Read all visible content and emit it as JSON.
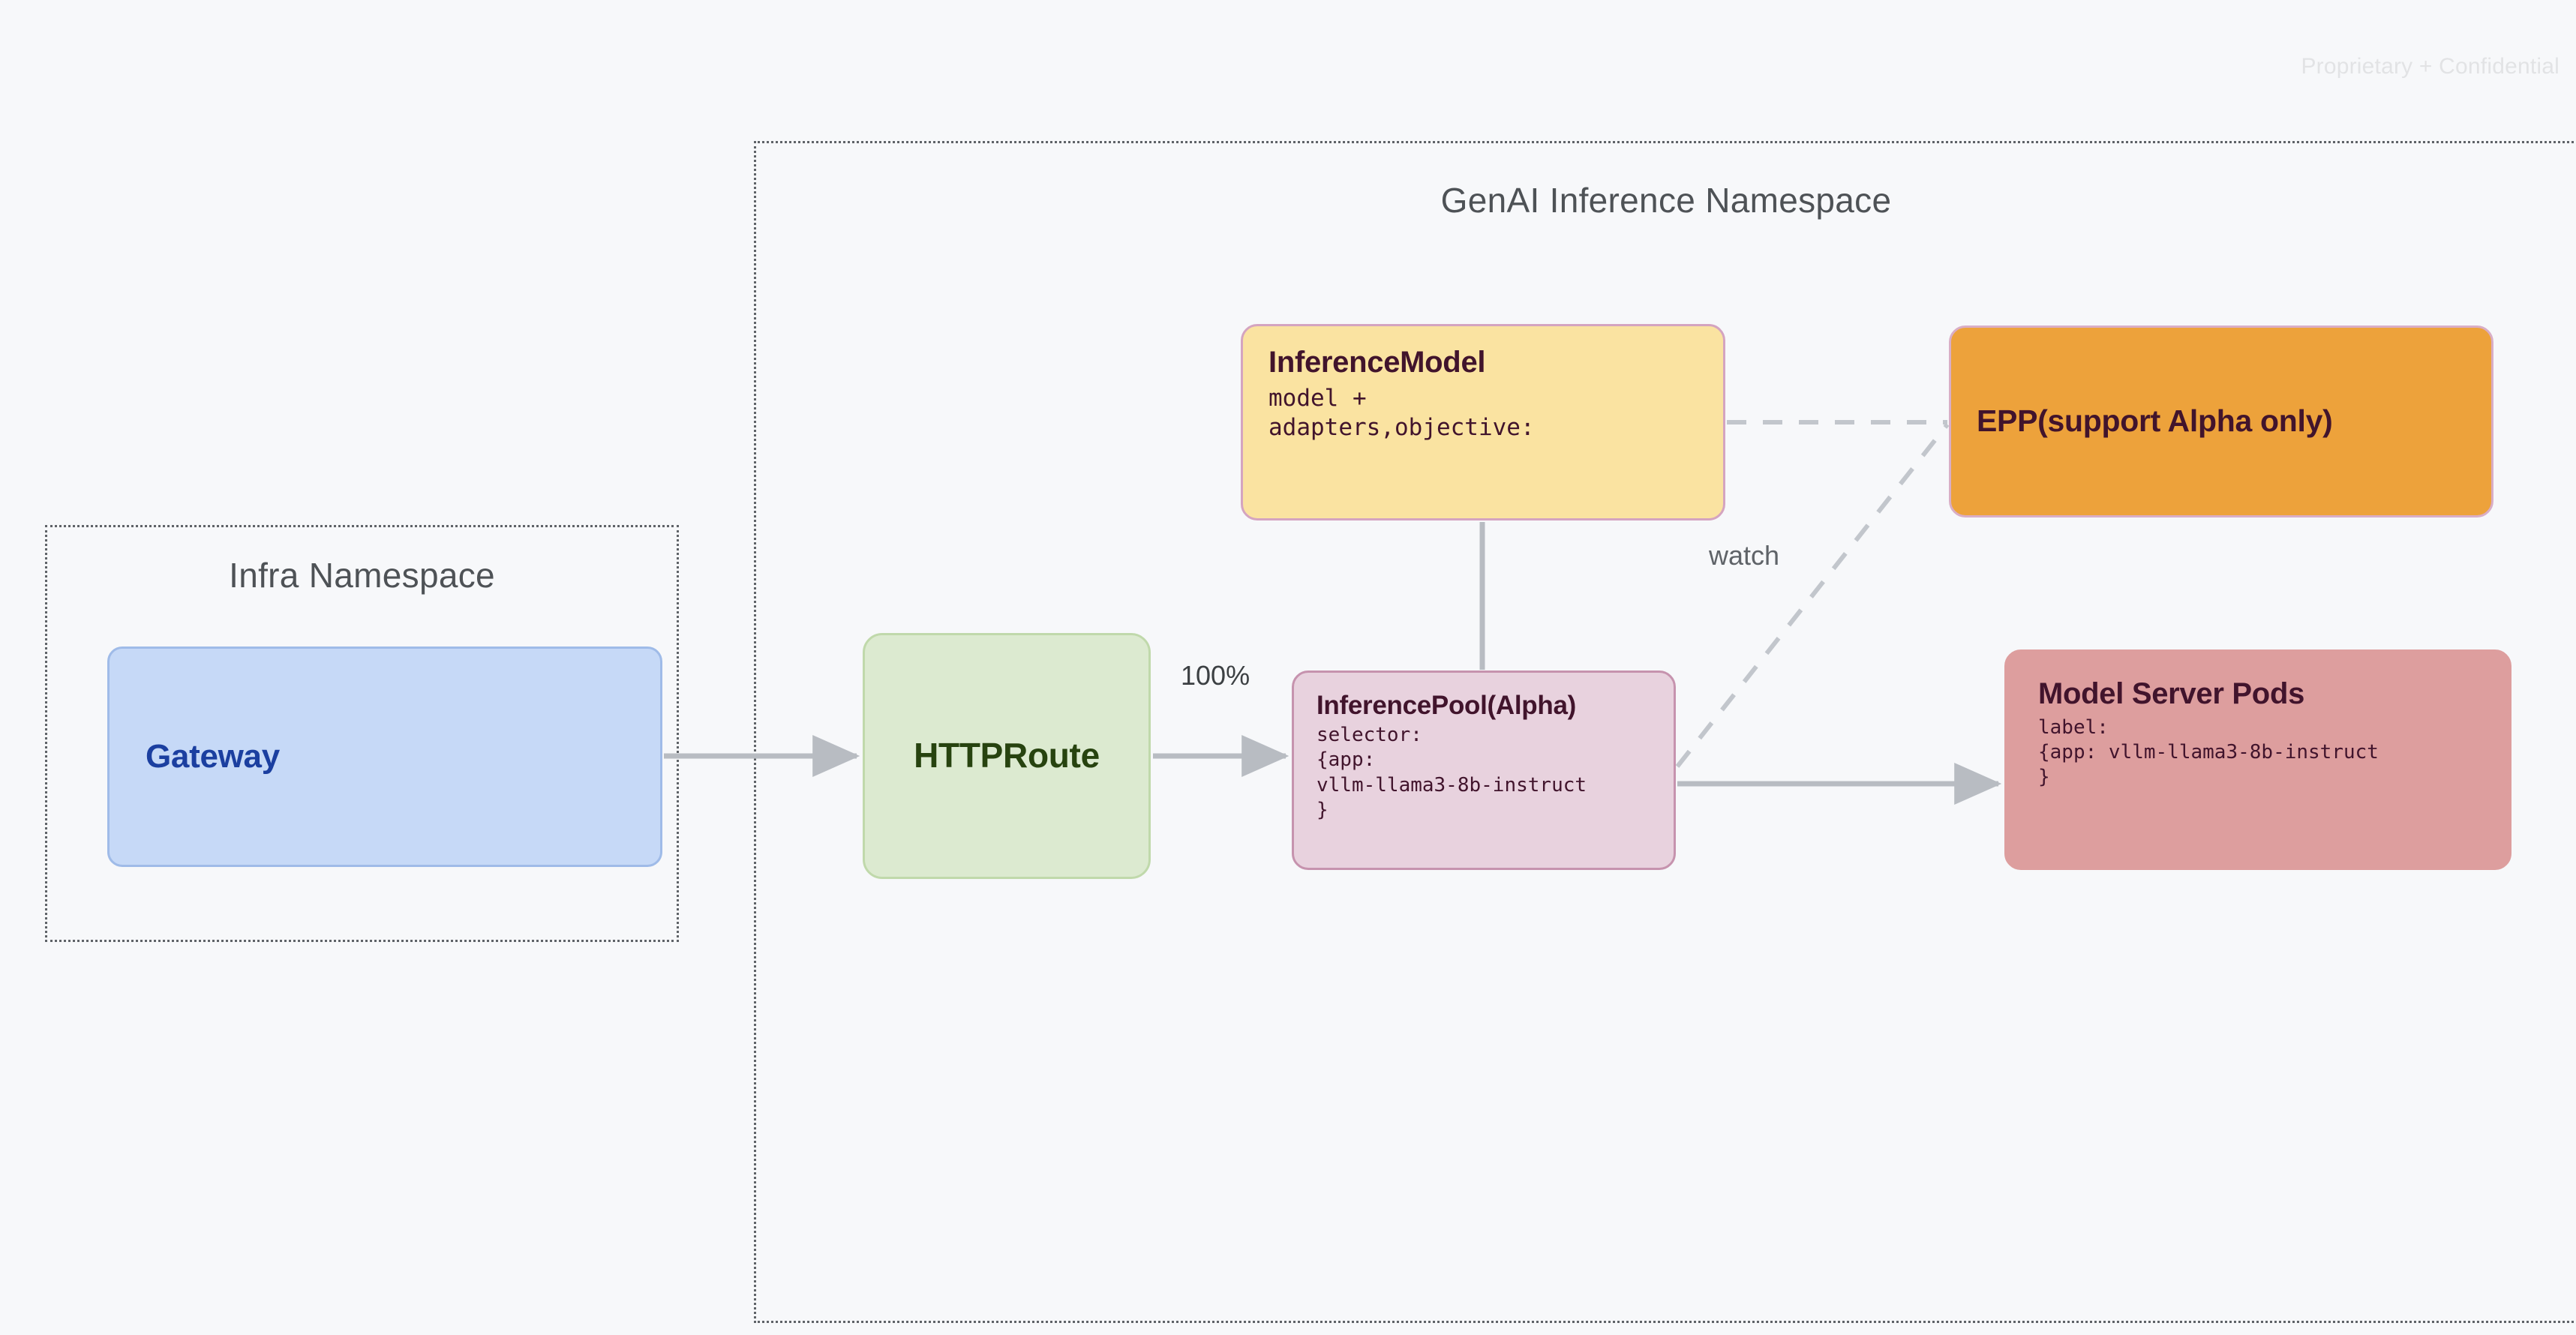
{
  "page": {
    "confidential_notice": "Proprietary + Confidential",
    "background_color": "#f7f8fa"
  },
  "namespaces": [
    {
      "id": "infra",
      "title": "Infra Namespace",
      "border_style": "dotted",
      "border_color": "#5f6368"
    },
    {
      "id": "genai",
      "title": "GenAI Inference Namespace",
      "border_style": "dotted",
      "border_color": "#5f6368"
    }
  ],
  "nodes": [
    {
      "id": "gateway",
      "title": "Gateway",
      "body": "",
      "fill": "#c6d9f7",
      "border": "#9fbbe8",
      "text_color": "#1b3fa0",
      "namespace": "infra"
    },
    {
      "id": "httproute",
      "title": "HTTPRoute",
      "body": "",
      "fill": "#dcead0",
      "border": "#c0d9ab",
      "text_color": "#27430f",
      "namespace": "genai"
    },
    {
      "id": "inference-model",
      "title": "InferenceModel",
      "body": "model +\nadapters,objective:",
      "fill": "#fae3a1",
      "border": "#d4a4c0",
      "text_color": "#41142c",
      "namespace": "genai"
    },
    {
      "id": "epp",
      "title": "EPP(support Alpha only)",
      "body": "",
      "fill": "#eda23b",
      "border": "#d9aec6",
      "text_color": "#41142c",
      "namespace": "genai"
    },
    {
      "id": "inference-pool",
      "title": "InferencePool(Alpha)",
      "body": "selector:\n{app:\nvllm-llama3-8b-instruct\n}",
      "fill": "#e8d2de",
      "border": "#c693ae",
      "text_color": "#41142c",
      "namespace": "genai"
    },
    {
      "id": "model-server-pods",
      "title": "Model Server Pods",
      "body": "label:\n{app: vllm-llama3-8b-instruct\n}",
      "fill": "#dd9e9e",
      "border": "#dd9e9e",
      "text_color": "#41142c",
      "namespace": "genai"
    }
  ],
  "edges": [
    {
      "id": "gateway-to-httproute",
      "from": "gateway",
      "to": "httproute",
      "style": "solid",
      "arrow": true,
      "label": ""
    },
    {
      "id": "httproute-to-inferencepool",
      "from": "httproute",
      "to": "inference-pool",
      "style": "solid",
      "arrow": true,
      "label": "100%"
    },
    {
      "id": "inferencepool-to-pods",
      "from": "inference-pool",
      "to": "model-server-pods",
      "style": "solid",
      "arrow": true,
      "label": ""
    },
    {
      "id": "inferencemodel-to-inferencepool",
      "from": "inference-model",
      "to": "inference-pool",
      "style": "solid",
      "arrow": false,
      "label": ""
    },
    {
      "id": "inferencemodel-to-epp",
      "from": "inference-model",
      "to": "epp",
      "style": "dashed",
      "arrow": false,
      "label": ""
    },
    {
      "id": "inferencepool-to-epp",
      "from": "inference-pool",
      "to": "epp",
      "style": "dashed",
      "arrow": false,
      "label": "watch"
    }
  ],
  "labels": {
    "traffic_weight": "100%",
    "watch": "watch"
  },
  "colors": {
    "arrow": "#b8bcc2",
    "dashed_line": "#c2c6cc",
    "namespace_border": "#5f6368",
    "namespace_title": "#4e5256"
  }
}
